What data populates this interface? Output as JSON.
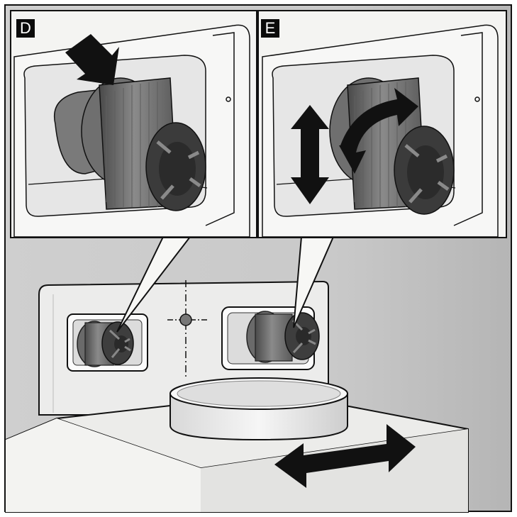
{
  "panels": [
    {
      "id": "D",
      "label": "D"
    },
    {
      "id": "E",
      "label": "E"
    }
  ],
  "colors": {
    "frame": "#111111",
    "background_gray": "#c4c4c4",
    "panel_fill": "#f4f4f2",
    "fitting_dark": "#5c5c5c",
    "fitting_mid": "#7a7a7a",
    "arrow": "#111111"
  },
  "icons": [
    "push-arrow-icon",
    "vertical-double-arrow-icon",
    "rotate-arrow-icon",
    "horizontal-double-arrow-icon"
  ]
}
